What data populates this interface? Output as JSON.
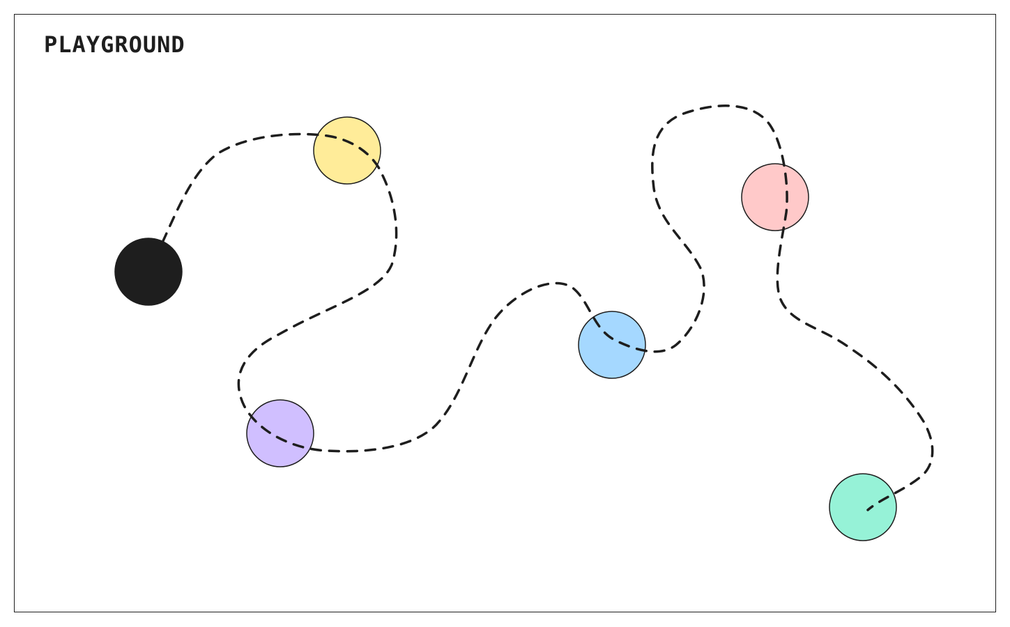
{
  "canvas": {
    "title": "PLAYGROUND"
  },
  "nodes": [
    {
      "id": "start",
      "color": "#1e1e1e"
    },
    {
      "id": "yellow",
      "color": "#ffec99"
    },
    {
      "id": "purple",
      "color": "#d0bfff"
    },
    {
      "id": "blue",
      "color": "#a5d8ff"
    },
    {
      "id": "pink",
      "color": "#ffc9c9"
    },
    {
      "id": "green",
      "color": "#96f2d7"
    }
  ],
  "path": {
    "style": "dashed",
    "color": "#1e1e1e"
  }
}
